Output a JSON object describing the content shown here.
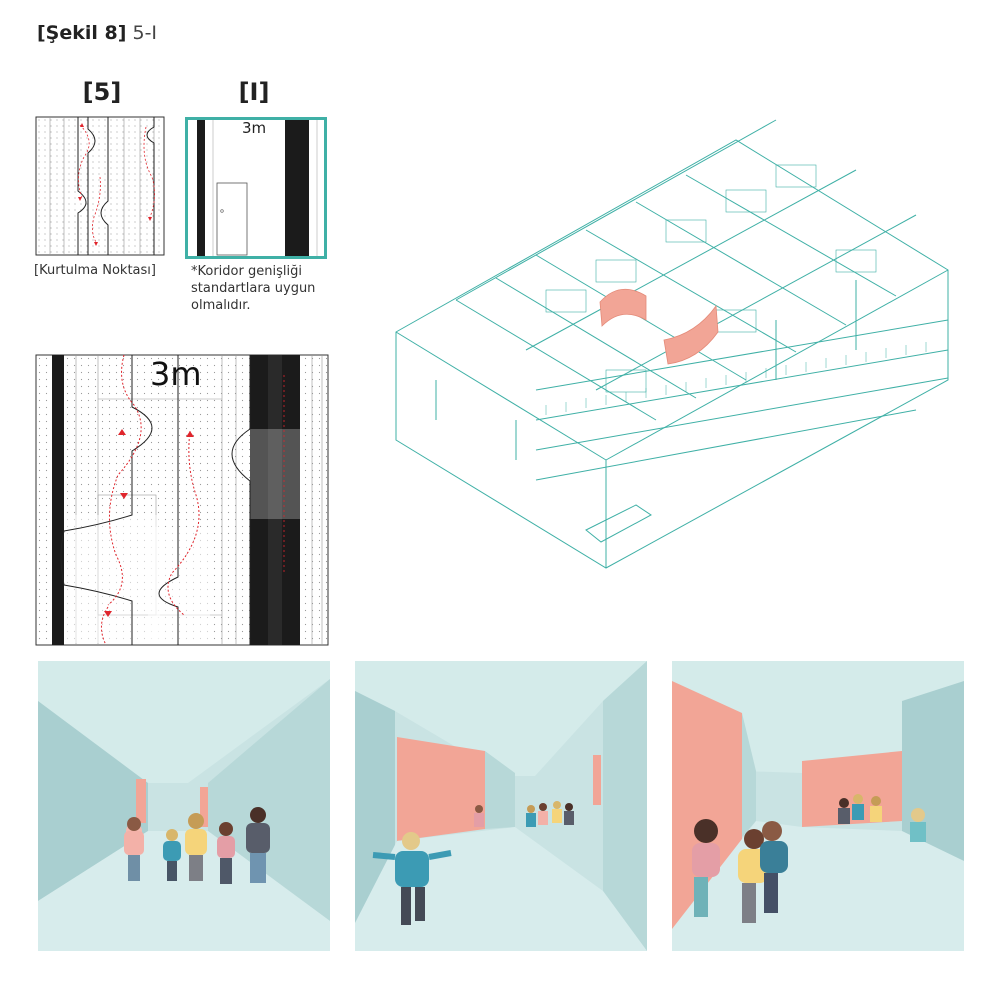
{
  "figure": {
    "label_bold": "[Şekil 8]",
    "label_rest": " 5-I"
  },
  "plan_5": {
    "label": "[5]",
    "caption": "[Kurtulma Noktası]"
  },
  "plan_i": {
    "label": "[I]",
    "width_text": "3m",
    "note_lines": [
      "*Koridor genişliği",
      "standartlara uygun",
      "olmalıdır."
    ]
  },
  "large_plan": {
    "width_text": "3m"
  },
  "colors": {
    "teal": "#3fb0a6",
    "coral": "#f2a596",
    "arrow_red": "#e0252c",
    "black": "#1b1b1b",
    "pale_teal": "#d6e9e8"
  },
  "views": [
    {
      "name": "corridor-view-1"
    },
    {
      "name": "corridor-view-2"
    },
    {
      "name": "corridor-view-3"
    }
  ]
}
